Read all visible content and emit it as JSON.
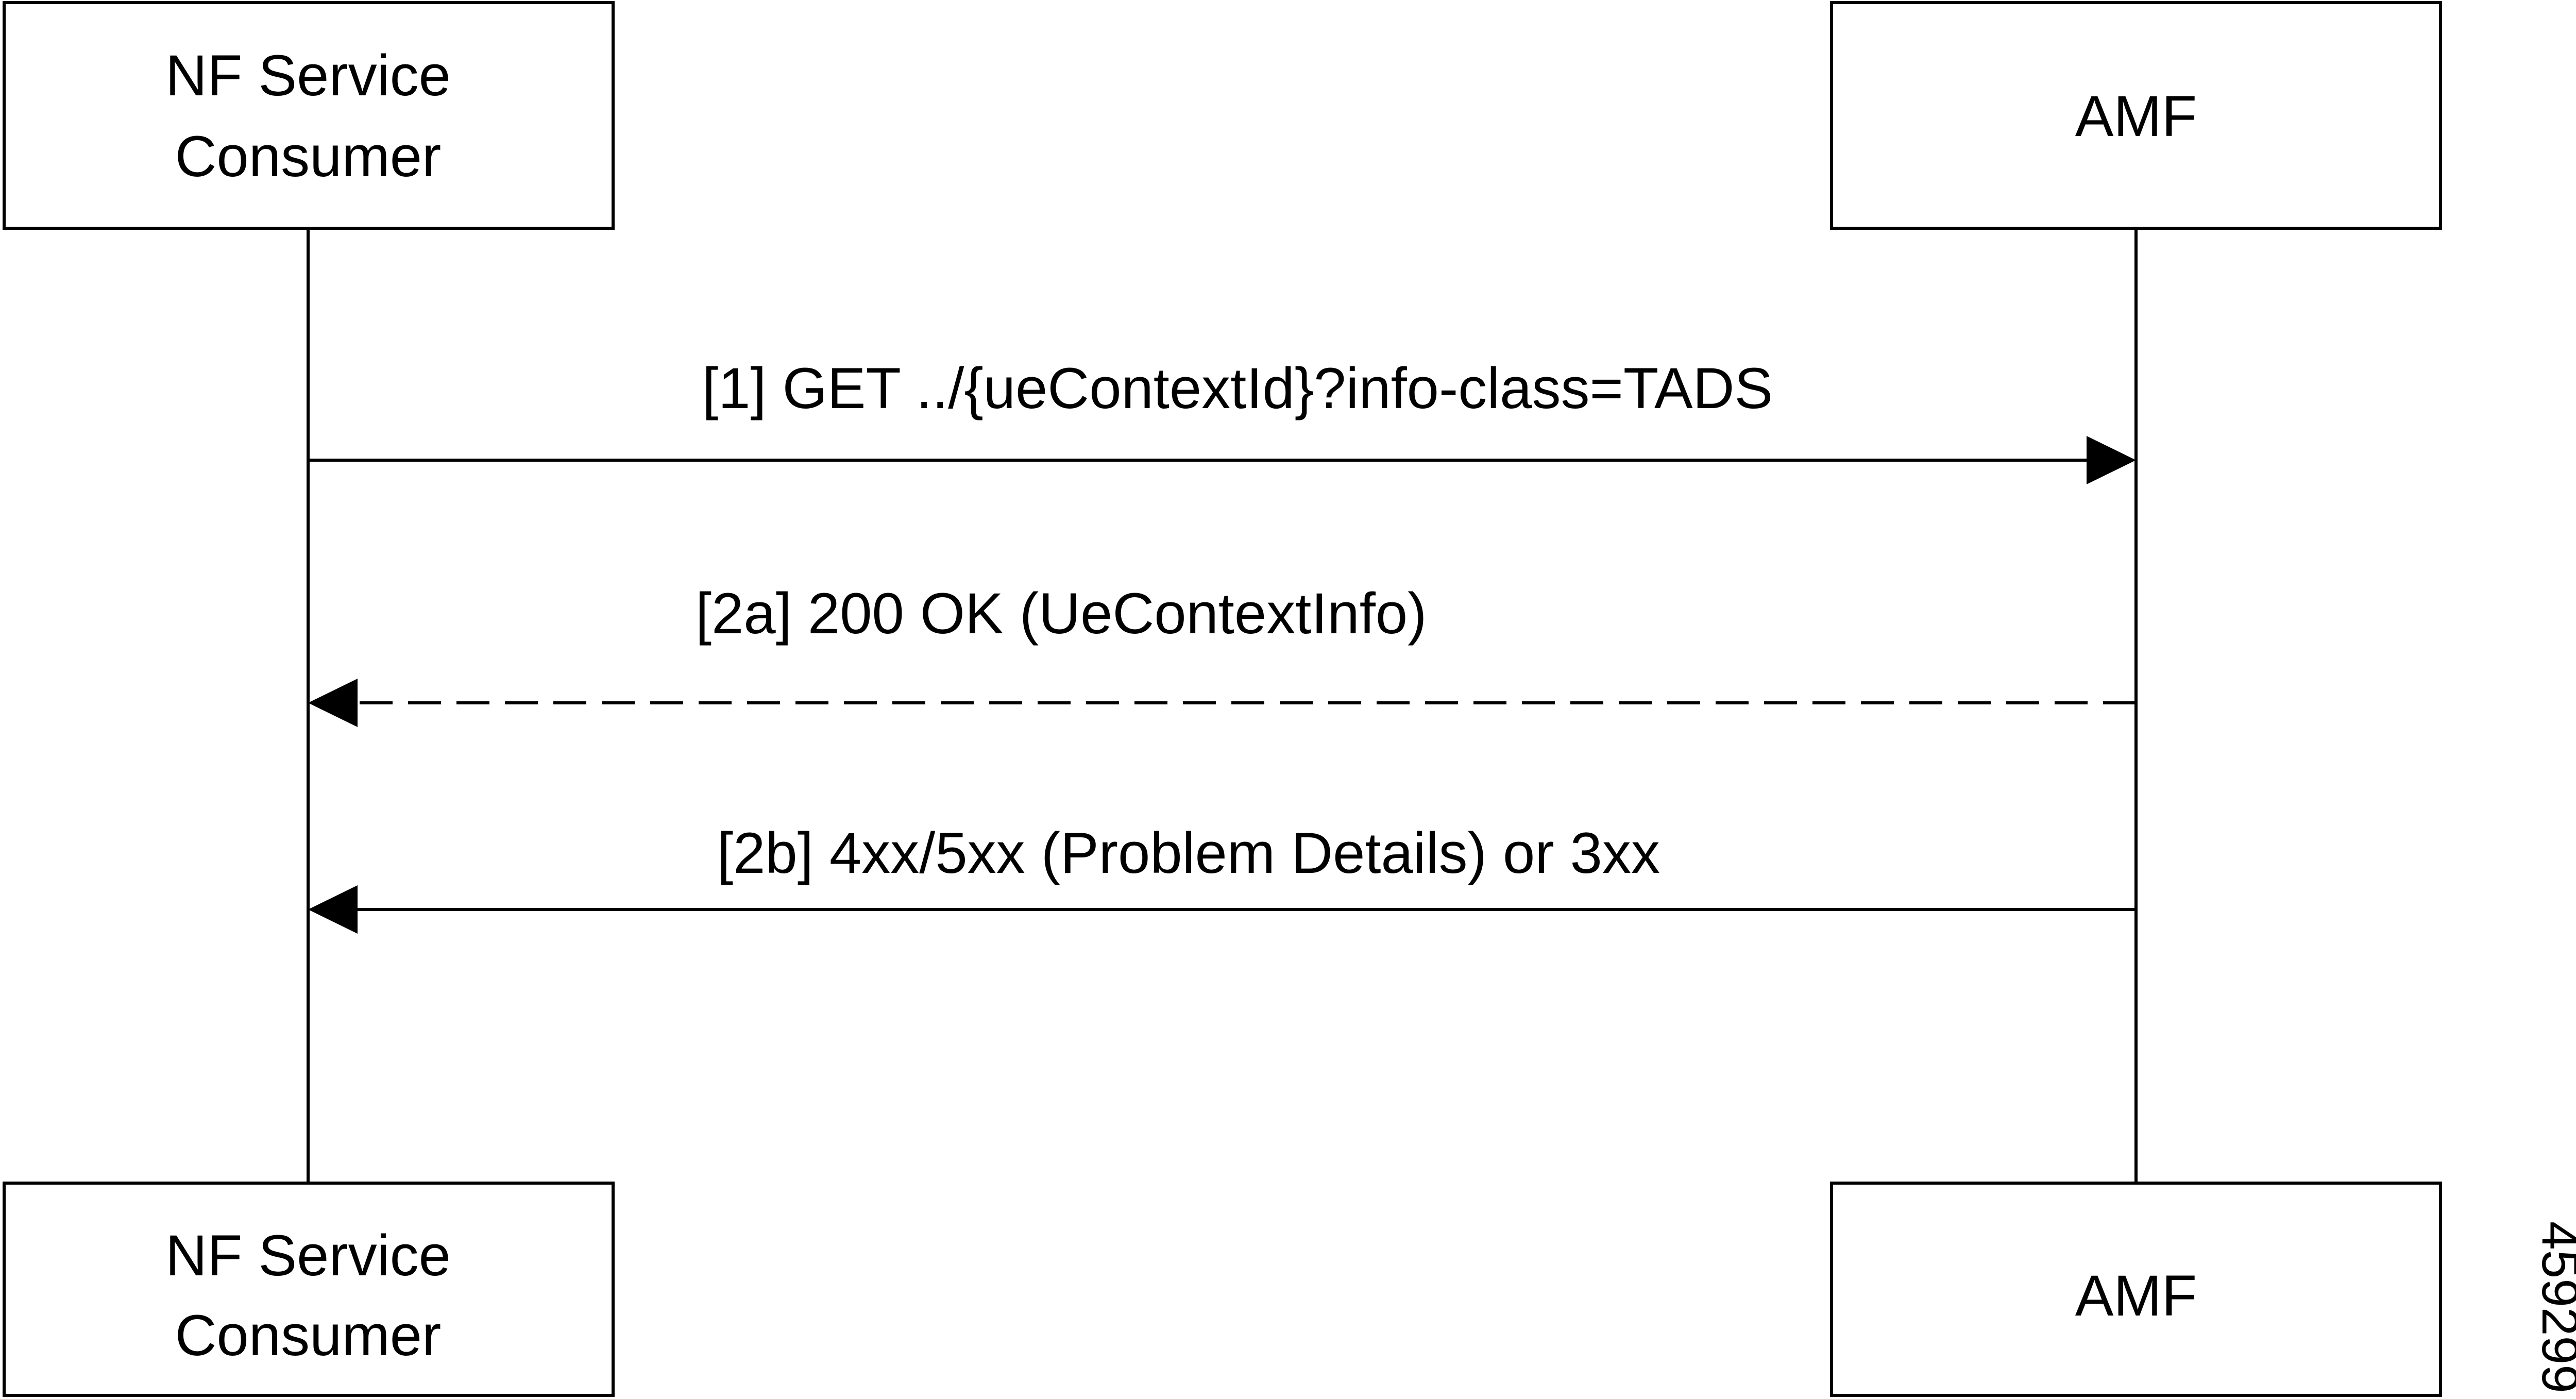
{
  "participants": {
    "consumer": {
      "name_line1": "NF Service",
      "name_line2": "Consumer"
    },
    "amf": {
      "name": "AMF"
    }
  },
  "messages": [
    {
      "label": "[1] GET ../{ueContextId}?info-class=TADS",
      "direction": "consumer-to-amf",
      "style": "solid"
    },
    {
      "label": "[2a] 200  OK (UeContextInfo)",
      "direction": "amf-to-consumer",
      "style": "dashed"
    },
    {
      "label": "[2b] 4xx/5xx (Problem Details) or 3xx",
      "direction": "amf-to-consumer",
      "style": "solid"
    }
  ],
  "figure_id": "459299"
}
